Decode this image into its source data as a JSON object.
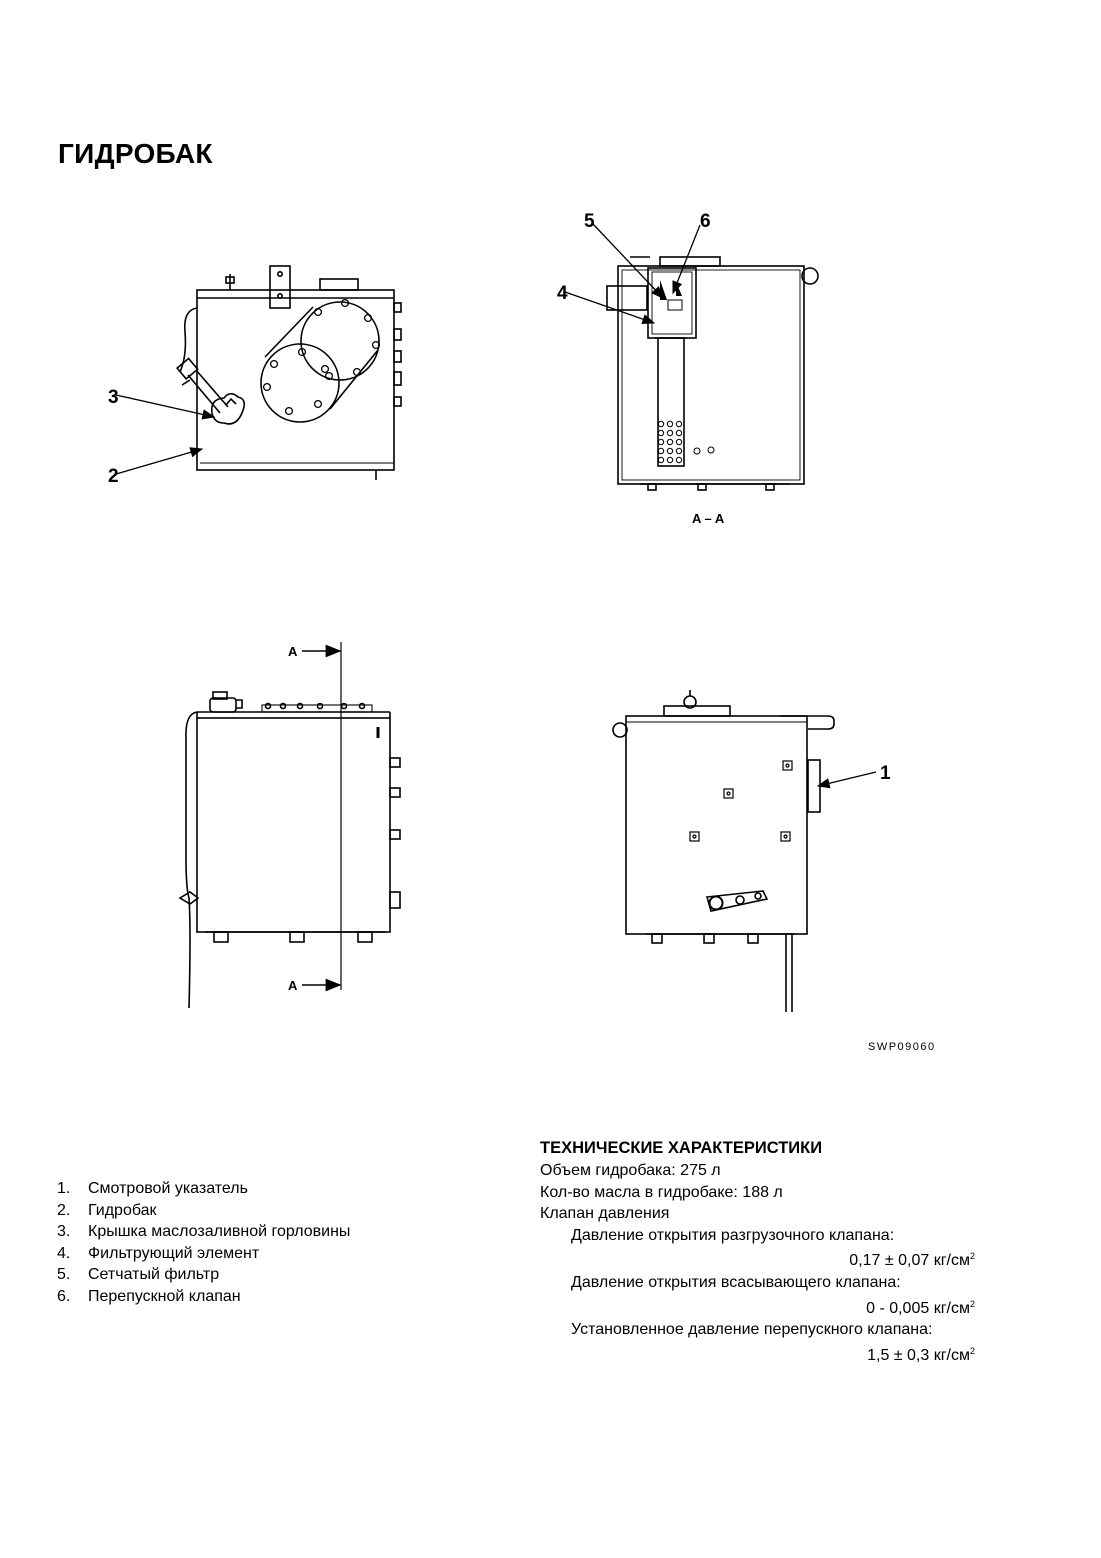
{
  "title": "ГИДРОБАК",
  "figure": {
    "callouts": [
      "1",
      "2",
      "3",
      "4",
      "5",
      "6"
    ],
    "section_letter": "A",
    "section_label": "A – A",
    "drawing_code": "SWP09060"
  },
  "legend": [
    {
      "num": "1.",
      "text": "Смотровой указатель"
    },
    {
      "num": "2.",
      "text": "Гидробак"
    },
    {
      "num": "3.",
      "text": "Крышка маслозаливной горловины"
    },
    {
      "num": "4.",
      "text": "Фильтрующий элемент"
    },
    {
      "num": "5.",
      "text": "Сетчатый фильтр"
    },
    {
      "num": "6.",
      "text": "Перепускной клапан"
    }
  ],
  "specs": {
    "heading": "ТЕХНИЧЕСКИЕ ХАРАКТЕРИСТИКИ",
    "tank_volume": "Объем гидробака: 275 л",
    "oil_quantity": "Кол-во масла в гидробаке: 188 л",
    "valve_title": "Клапан давления",
    "relief_label": "Давление открытия разгрузочного клапана:",
    "relief_value": "0,17 ± 0,07 кг/см",
    "suction_label": "Давление открытия всасывающего клапана:",
    "suction_value": "0 - 0,005 кг/см",
    "bypass_label": "Установленное давление перепускного клапана:",
    "bypass_value": "1,5 ± 0,3 кг/см",
    "unit_exp": "2"
  }
}
